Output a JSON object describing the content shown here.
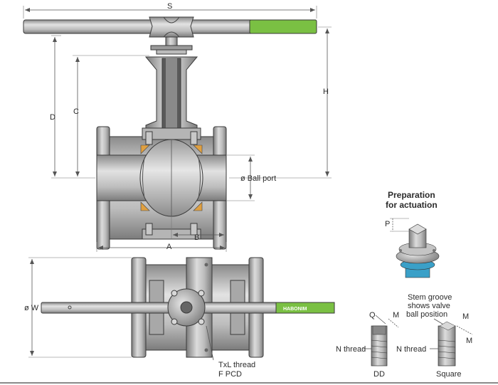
{
  "labels": {
    "S": "S",
    "H": "H",
    "D": "D",
    "C": "C",
    "ball_port": "ø Ball port",
    "B": "B",
    "A": "A",
    "W": "ø W",
    "txl_thread": "TxL thread",
    "f_pcd": "F PCD",
    "prep_title_1": "Preparation",
    "prep_title_2": "for actuation",
    "P": "P",
    "stem_groove_1": "Stem groove",
    "stem_groove_2": "shows valve",
    "stem_groove_3": "ball position",
    "Q": "Q",
    "M1": "M",
    "M2": "M",
    "M3": "M",
    "n_thread_dd": "N thread",
    "n_thread_sq": "N thread",
    "dd": "DD",
    "square": "Square",
    "brand": "HABONIM"
  },
  "colors": {
    "handle_grip": "#7ac043",
    "body_gray": "#b9b9b9",
    "seat_orange": "#e0a040",
    "seal_blue": "#3aa0c8"
  }
}
